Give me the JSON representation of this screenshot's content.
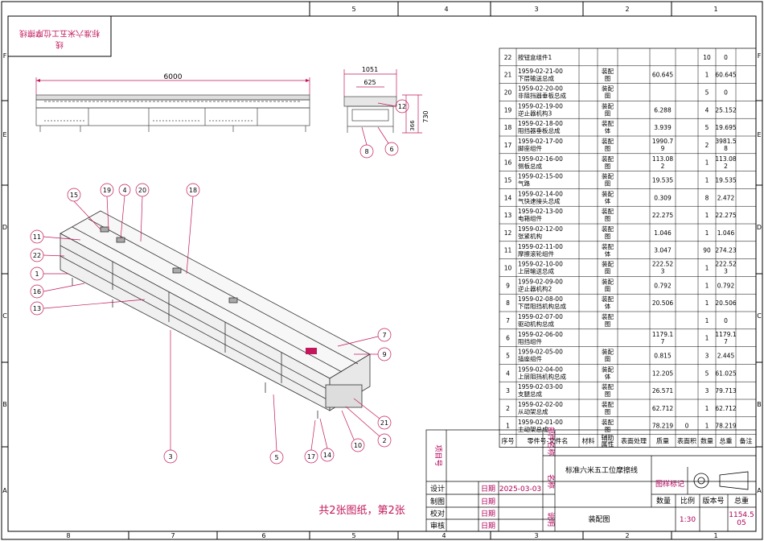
{
  "border": {
    "top_zones": [
      "5",
      "4",
      "3",
      "2",
      "1"
    ],
    "bottom_zones": [
      "8",
      "7",
      "6",
      "5",
      "4",
      "3",
      "2",
      "1"
    ],
    "left_zones": [
      "F",
      "E",
      "D",
      "C",
      "B",
      "A"
    ],
    "right_zones": [
      "F",
      "E",
      "D",
      "C",
      "B",
      "A"
    ]
  },
  "stamp": {
    "line1": "标准六米五工位摩擦线",
    "line2": "线"
  },
  "dims": {
    "length": "6000",
    "width_outer": "1051",
    "width_inner": "625",
    "height": "730",
    "small": "366"
  },
  "bom": {
    "rows": [
      {
        "no": "22",
        "name": "按钮盒组件1",
        "code": "",
        "mat": "",
        "attr": "",
        "surf": "",
        "mass": "",
        "area": "",
        "qty": "10",
        "total": "0",
        "note": ""
      },
      {
        "no": "21",
        "code": "1959-02-21-00",
        "name": "下层输送总成",
        "attr": "装配图",
        "mat": "",
        "surf": "",
        "mass": "60.645",
        "area": "",
        "qty": "1",
        "total": "60.645",
        "note": ""
      },
      {
        "no": "20",
        "code": "1959-02-20-00",
        "name": "非阻挡器垂板总成",
        "attr": "装配图",
        "mat": "",
        "surf": "",
        "mass": "",
        "area": "",
        "qty": "5",
        "total": "0",
        "note": ""
      },
      {
        "no": "19",
        "code": "1959-02-19-00",
        "name": "逆止器机构3",
        "attr": "装配图",
        "mat": "",
        "surf": "",
        "mass": "6.288",
        "area": "",
        "qty": "4",
        "total": "25.152",
        "note": ""
      },
      {
        "no": "18",
        "code": "1959-02-18-00",
        "name": "阻挡器垂板总成",
        "attr": "装配体",
        "mat": "",
        "surf": "",
        "mass": "3.939",
        "area": "",
        "qty": "5",
        "total": "19.695",
        "note": ""
      },
      {
        "no": "17",
        "code": "1959-02-17-00",
        "name": "脚座组件",
        "attr": "装配图",
        "mat": "",
        "surf": "",
        "mass": "1990.79",
        "area": "",
        "qty": "2",
        "total": "3981.58",
        "note": ""
      },
      {
        "no": "16",
        "code": "1959-02-16-00",
        "name": "侧板总成",
        "attr": "装配图",
        "mat": "",
        "surf": "",
        "mass": "113.082",
        "area": "",
        "qty": "1",
        "total": "113.082",
        "note": ""
      },
      {
        "no": "15",
        "code": "1959-02-15-00",
        "name": "气路",
        "attr": "装配图",
        "mat": "",
        "surf": "",
        "mass": "19.535",
        "area": "",
        "qty": "1",
        "total": "19.535",
        "note": ""
      },
      {
        "no": "14",
        "code": "1959-02-14-00",
        "name": "气快速接头总成",
        "attr": "装配体",
        "mat": "",
        "surf": "",
        "mass": "0.309",
        "area": "",
        "qty": "8",
        "total": "2.472",
        "note": ""
      },
      {
        "no": "13",
        "code": "1959-02-13-00",
        "name": "电箱组件",
        "attr": "装配图",
        "mat": "",
        "surf": "",
        "mass": "22.275",
        "area": "",
        "qty": "1",
        "total": "22.275",
        "note": ""
      },
      {
        "no": "12",
        "code": "1959-02-12-00",
        "name": "张紧机构",
        "attr": "装配图",
        "mat": "",
        "surf": "",
        "mass": "1.046",
        "area": "",
        "qty": "1",
        "total": "1.046",
        "note": ""
      },
      {
        "no": "11",
        "code": "1959-02-11-00",
        "name": "摩擦滚轮组件",
        "attr": "装配体",
        "mat": "",
        "surf": "",
        "mass": "3.047",
        "area": "",
        "qty": "90",
        "total": "274.23",
        "note": ""
      },
      {
        "no": "10",
        "code": "1959-02-10-00",
        "name": "上层输送总成",
        "attr": "装配图",
        "mat": "",
        "surf": "",
        "mass": "222.523",
        "area": "",
        "qty": "1",
        "total": "222.523",
        "note": ""
      },
      {
        "no": "9",
        "code": "1959-02-09-00",
        "name": "逆止器机构2",
        "attr": "装配图",
        "mat": "",
        "surf": "",
        "mass": "0.792",
        "area": "",
        "qty": "1",
        "total": "0.792",
        "note": ""
      },
      {
        "no": "8",
        "code": "1959-02-08-00",
        "name": "下层阻挡机构总成",
        "attr": "装配体",
        "mat": "",
        "surf": "",
        "mass": "20.506",
        "area": "",
        "qty": "1",
        "total": "20.506",
        "note": ""
      },
      {
        "no": "7",
        "code": "1959-02-07-00",
        "name": "驱动机构总成",
        "attr": "装配图",
        "mat": "",
        "surf": "",
        "mass": "",
        "area": "",
        "qty": "1",
        "total": "0",
        "note": ""
      },
      {
        "no": "6",
        "code": "1959-02-06-00",
        "name": "阻挡组件",
        "attr": "",
        "mat": "",
        "surf": "",
        "mass": "1179.17",
        "area": "",
        "qty": "1",
        "total": "1179.17",
        "note": ""
      },
      {
        "no": "5",
        "code": "1959-02-05-00",
        "name": "插座组件",
        "attr": "装配图",
        "mat": "",
        "surf": "",
        "mass": "0.815",
        "area": "",
        "qty": "3",
        "total": "2.445",
        "note": ""
      },
      {
        "no": "4",
        "code": "1959-02-04-00",
        "name": "上层阻挡机构总成",
        "attr": "装配体",
        "mat": "",
        "surf": "",
        "mass": "12.205",
        "area": "",
        "qty": "5",
        "total": "61.025",
        "note": ""
      },
      {
        "no": "3",
        "code": "1959-02-03-00",
        "name": "支腿总成",
        "attr": "装配图",
        "mat": "",
        "surf": "",
        "mass": "26.571",
        "area": "",
        "qty": "3",
        "total": "79.713",
        "note": ""
      },
      {
        "no": "2",
        "code": "1959-02-02-00",
        "name": "从动架总成",
        "attr": "装配图",
        "mat": "",
        "surf": "",
        "mass": "62.712",
        "area": "",
        "qty": "1",
        "total": "62.712",
        "note": ""
      },
      {
        "no": "1",
        "code": "1959-02-01-00",
        "name": "主动架总成",
        "attr": "装配图",
        "mat": "",
        "surf": "",
        "mass": "78.219",
        "area": "0",
        "qty": "1",
        "total": "78.219",
        "note": ""
      }
    ],
    "header": {
      "no": "序号",
      "code": "零件号-文件名",
      "mat": "材料",
      "attr": "辅助属性",
      "surf": "表面处理",
      "mass": "质量",
      "area": "表面积",
      "qty": "数量",
      "total": "总重",
      "note": "备注"
    }
  },
  "titleblock": {
    "project_label": "项目号",
    "dept_label": "部件名称",
    "dept_value": "标准六米五工位摩擦线",
    "drawing_mark_label": "图样标记",
    "name_label": "名称",
    "desc_label": "说明",
    "drawing_name": "装配图",
    "design_label": "设计",
    "draw_label": "制图",
    "check_label": "校对",
    "approve_label": "审核",
    "date_label": "日期",
    "date_value": "2025-03-03",
    "qty_label": "数量",
    "scale_label": "比例",
    "version_label": "版本号",
    "total_weight_label": "总重",
    "scale_value": "1:30",
    "total_weight_value": "1154.505",
    "sheet_text": "共2张图纸，第2张"
  },
  "balloons": [
    "15",
    "19",
    "4",
    "20",
    "18",
    "11",
    "22",
    "1",
    "16",
    "13",
    "7",
    "9",
    "21",
    "2",
    "10",
    "14",
    "17",
    "5",
    "3",
    "12",
    "8",
    "6"
  ]
}
